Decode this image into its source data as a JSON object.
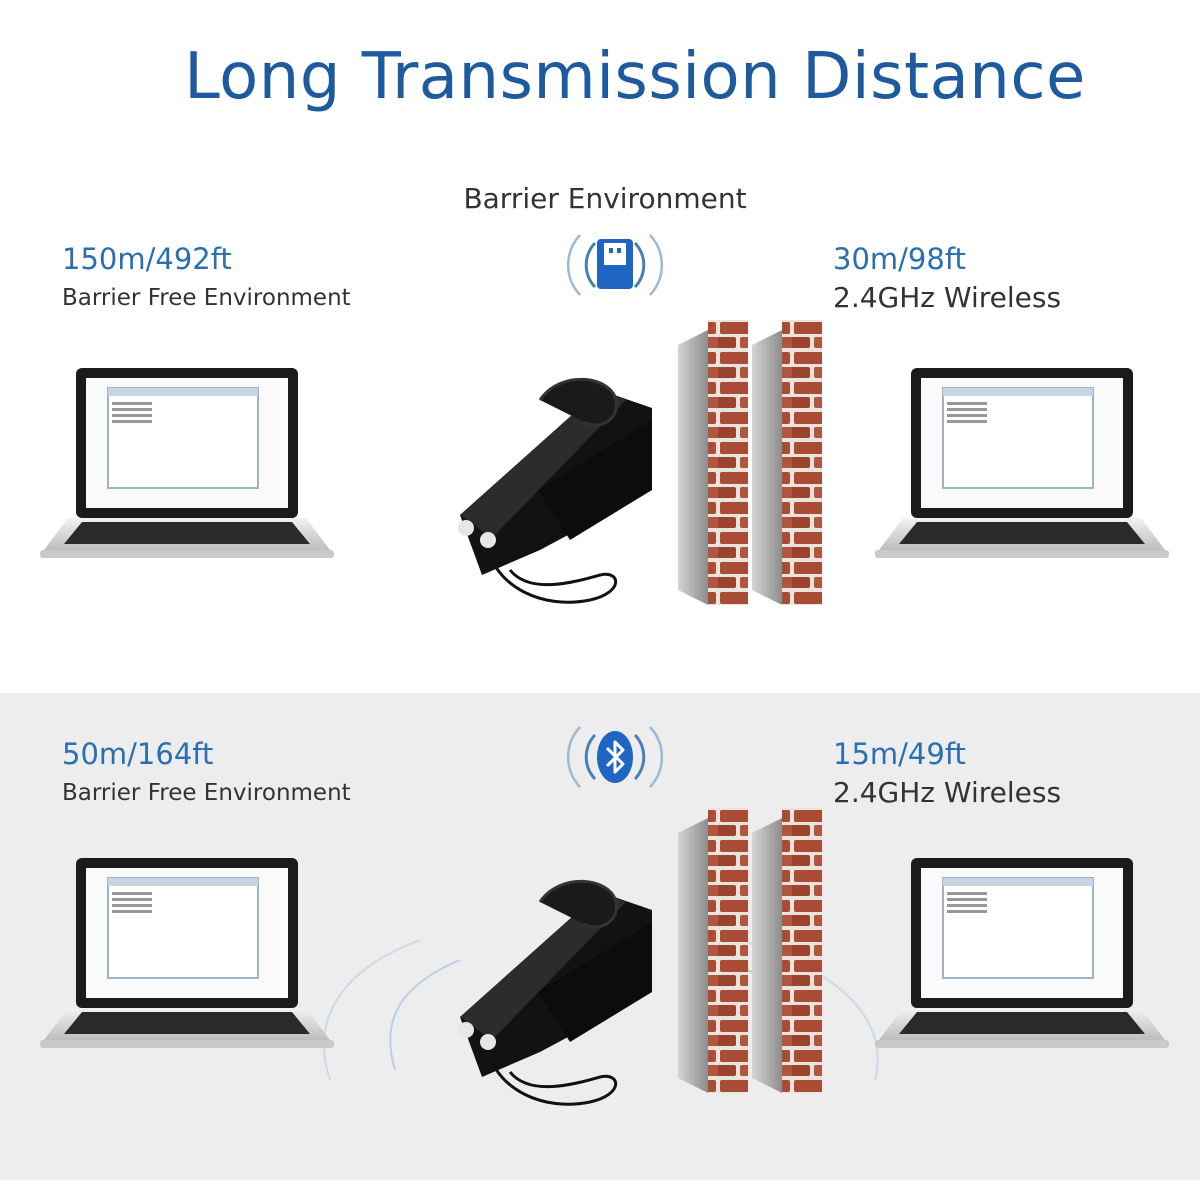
{
  "title": "Long Transmission Distance",
  "top_section": {
    "center_label": "Barrier Environment",
    "left_distance": "150m/492ft",
    "left_description": "Barrier Free Environment",
    "right_distance": "30m/98ft",
    "right_description": "2.4GHz Wireless",
    "connector_icon": "usb-dongle-icon"
  },
  "bottom_section": {
    "left_distance": "50m/164ft",
    "left_description": "Barrier Free Environment",
    "right_distance": "15m/49ft",
    "right_description": "2.4GHz Wireless",
    "connector_icon": "bluetooth-icon"
  },
  "colors": {
    "title_blue": "#1e5a9e",
    "distance_blue": "#2a6fb0",
    "brick": "#a34a34",
    "wall_gray": "#9a9a9a"
  }
}
